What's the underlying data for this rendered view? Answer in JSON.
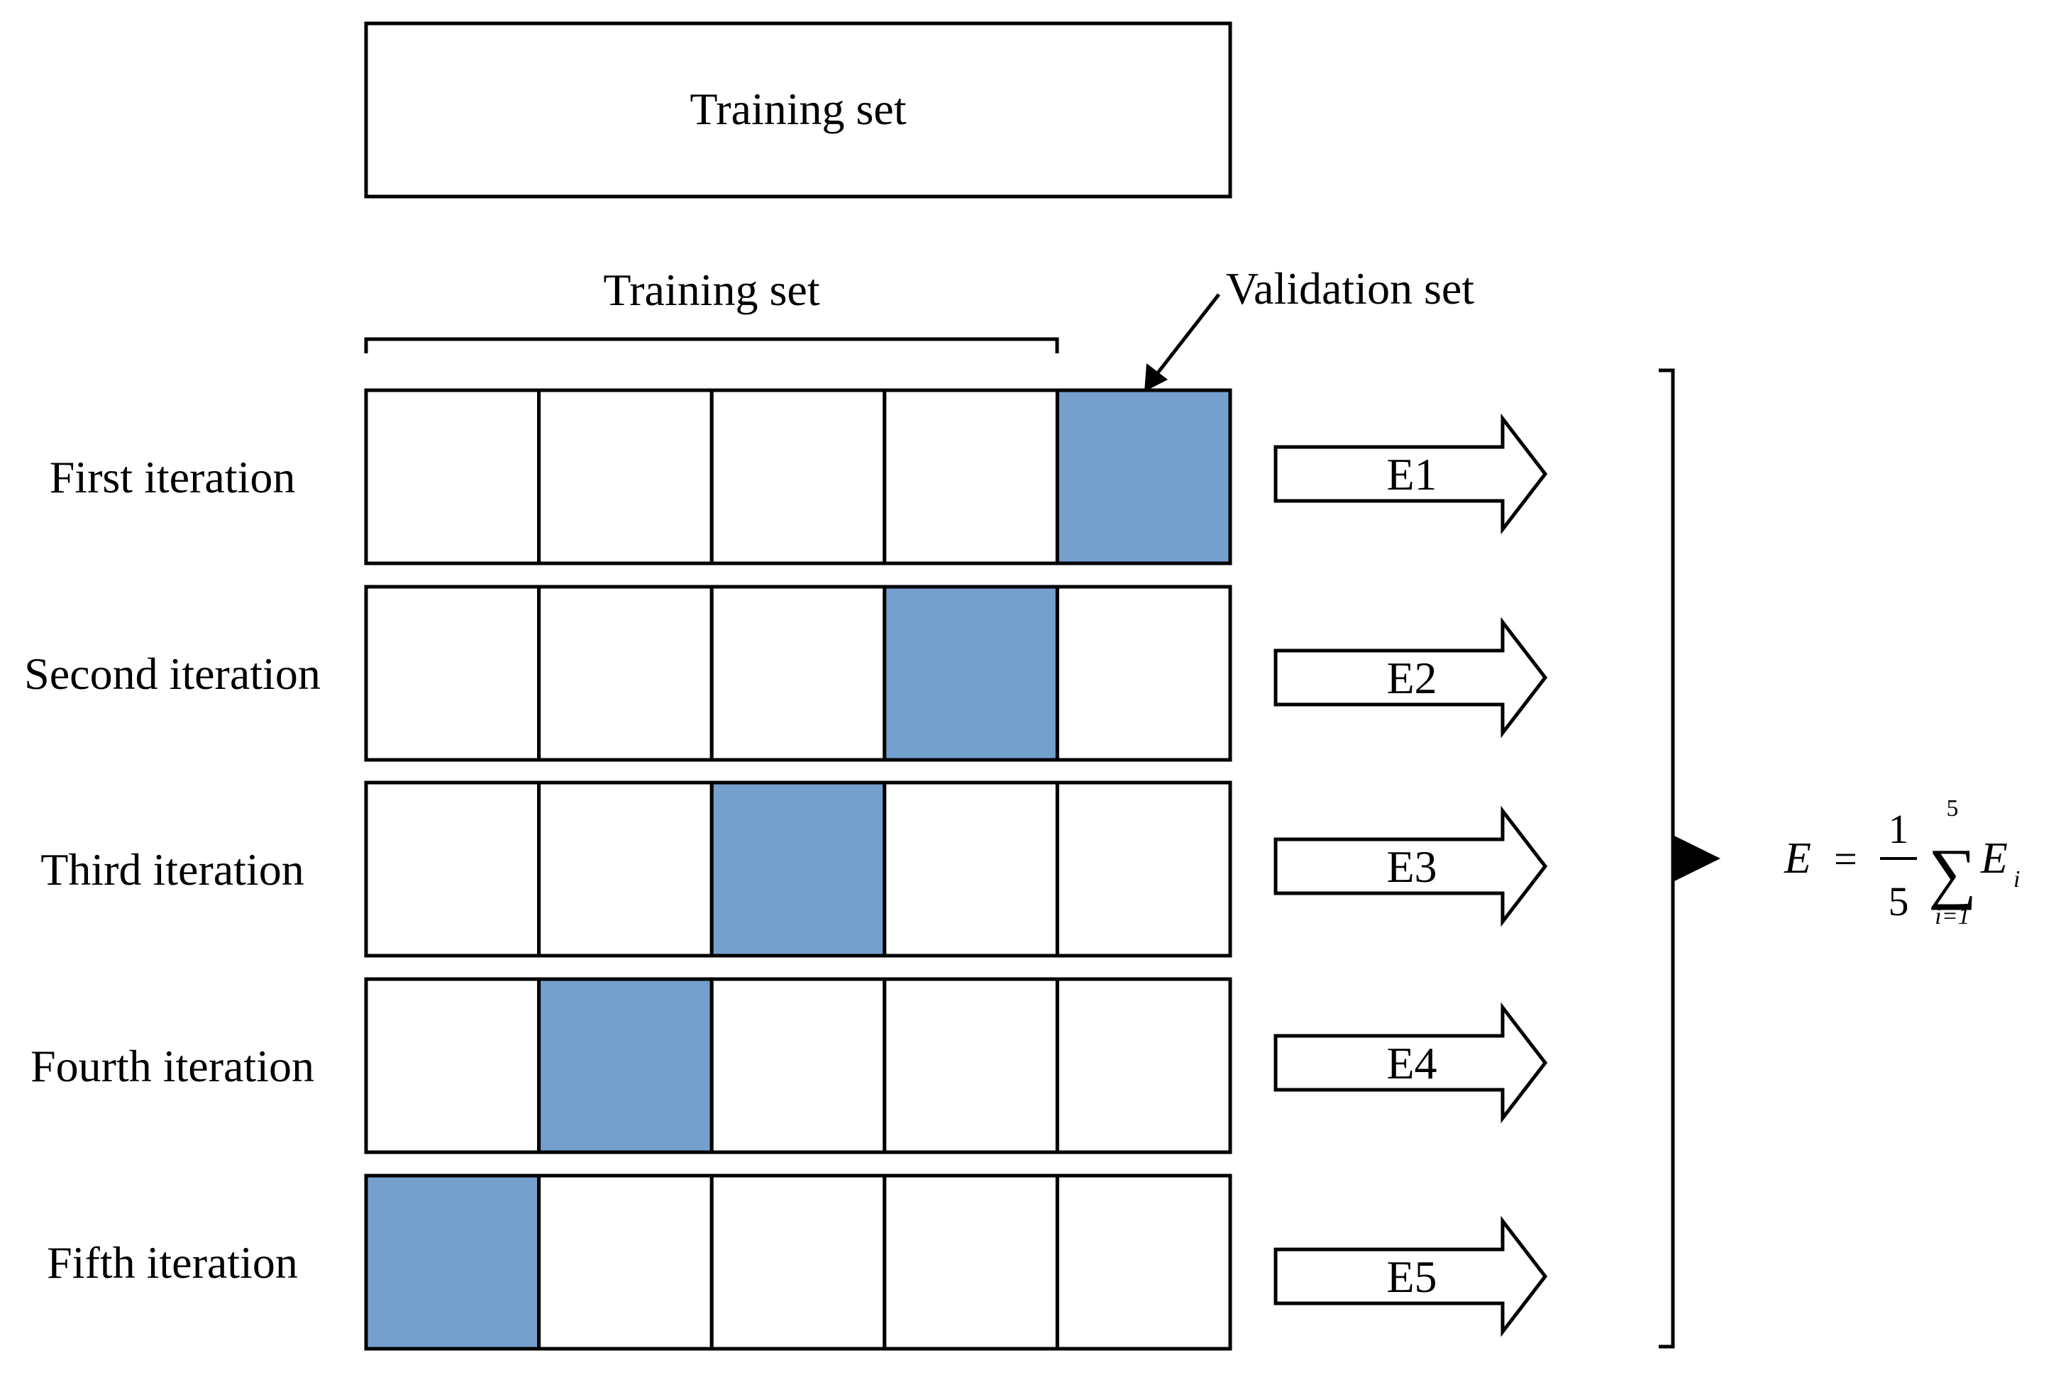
{
  "diagram": {
    "top_box_label": "Training set",
    "bracket_label": "Training set",
    "validation_label": "Validation set",
    "fold_count": 5,
    "validation_color": "#759fcc",
    "rows": [
      {
        "label": "First iteration",
        "validation_fold": 5,
        "arrow_label": "E1"
      },
      {
        "label": "Second iteration",
        "validation_fold": 4,
        "arrow_label": "E2"
      },
      {
        "label": "Third iteration",
        "validation_fold": 3,
        "arrow_label": "E3"
      },
      {
        "label": "Fourth iteration",
        "validation_fold": 2,
        "arrow_label": "E4"
      },
      {
        "label": "Fifth iteration",
        "validation_fold": 1,
        "arrow_label": "E5"
      }
    ],
    "equation": {
      "lhs": "E",
      "equals": "=",
      "numerator": "1",
      "denominator": "5",
      "sigma": "∑",
      "upper": "5",
      "lower": "i=1",
      "term": "E",
      "subscript": "i"
    }
  }
}
